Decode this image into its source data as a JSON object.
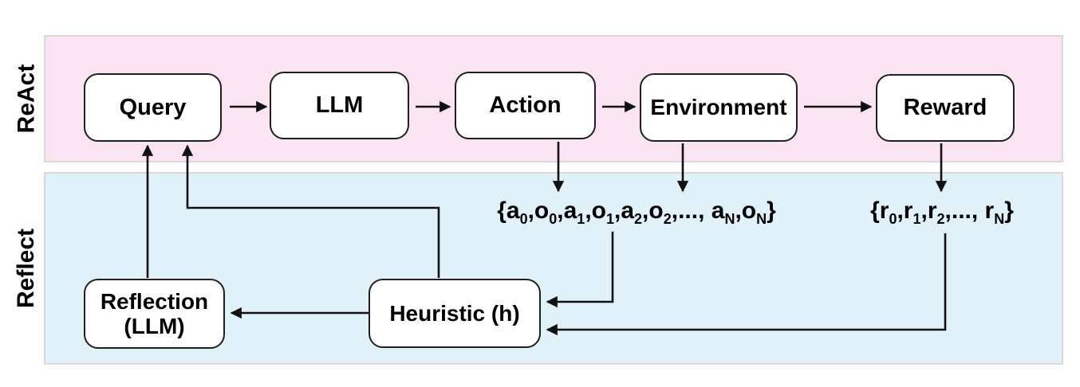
{
  "diagram": {
    "bands": [
      {
        "id": "react",
        "label": "ReAct"
      },
      {
        "id": "reflect",
        "label": "Reflect"
      }
    ],
    "nodes": {
      "query": {
        "label": "Query"
      },
      "llm": {
        "label": "LLM"
      },
      "action": {
        "label": "Action"
      },
      "environment": {
        "label": "Environment"
      },
      "reward": {
        "label": "Reward"
      },
      "reflection": {
        "label_line1": "Reflection",
        "label_line2": "(LLM)"
      },
      "heuristic": {
        "label": "Heuristic (h)"
      }
    },
    "annotations": {
      "trajectory": {
        "tokens": [
          {
            "t": "{a",
            "sub": "0"
          },
          {
            "t": ",o",
            "sub": "0"
          },
          {
            "t": ",a",
            "sub": "1"
          },
          {
            "t": ",o",
            "sub": "1"
          },
          {
            "t": ",a",
            "sub": "2"
          },
          {
            "t": ",o",
            "sub": "2"
          },
          {
            "t": ",..., a",
            "sub": "N"
          },
          {
            "t": ",o",
            "sub": "N"
          },
          {
            "t": "}"
          }
        ]
      },
      "rewards": {
        "tokens": [
          {
            "t": "{r",
            "sub": "0"
          },
          {
            "t": ",r",
            "sub": "1"
          },
          {
            "t": ",r",
            "sub": "2"
          },
          {
            "t": ",..., r",
            "sub": "N"
          },
          {
            "t": "}"
          }
        ]
      }
    },
    "edges": [
      {
        "from": "query",
        "to": "llm"
      },
      {
        "from": "llm",
        "to": "action"
      },
      {
        "from": "action",
        "to": "environment"
      },
      {
        "from": "environment",
        "to": "reward"
      },
      {
        "from": "action",
        "to": "trajectory"
      },
      {
        "from": "environment",
        "to": "trajectory"
      },
      {
        "from": "reward",
        "to": "rewards"
      },
      {
        "from": "trajectory",
        "to": "heuristic"
      },
      {
        "from": "rewards",
        "to": "heuristic"
      },
      {
        "from": "heuristic",
        "to": "reflection"
      },
      {
        "from": "reflection",
        "to": "query"
      },
      {
        "from": "heuristic",
        "to": "query"
      }
    ],
    "colors": {
      "react_band": "#fae4f1",
      "reflect_band": "#e0f1fa",
      "band_border": "#d9d9d9",
      "node_fill": "#ffffff",
      "node_border": "#1f1f1f",
      "arrow": "#111111",
      "text": "#000000",
      "background": "#ffffff"
    }
  }
}
